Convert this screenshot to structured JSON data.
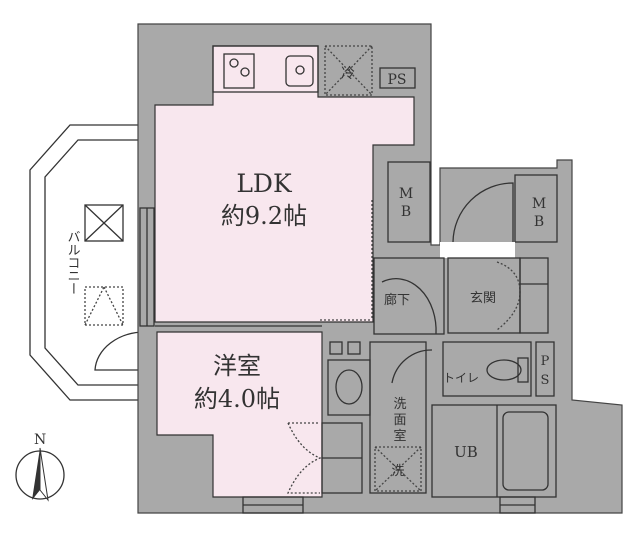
{
  "rooms": {
    "ldk": {
      "name": "LDK",
      "size": "約9.2帖"
    },
    "bedroom": {
      "name": "洋室",
      "size": "約4.0帖"
    },
    "hallway": "廊下",
    "entrance": "玄関",
    "washroom": [
      "洗",
      "面",
      "室"
    ],
    "toilet": "トイレ",
    "bath": "UB",
    "balcony": "バルコニー"
  },
  "fixtures": {
    "fridge": "冷",
    "washer": "洗",
    "ps_top": "PS",
    "ps_right": [
      "P",
      "S"
    ],
    "mb_left": [
      "M",
      "B"
    ],
    "mb_right": [
      "M",
      "B"
    ]
  },
  "compass": {
    "label": "N"
  },
  "colors": {
    "wall": "#a9a9a9",
    "living": "#f8e7ee",
    "wet": "#dcecf7",
    "storage": "#fbf7d4"
  }
}
